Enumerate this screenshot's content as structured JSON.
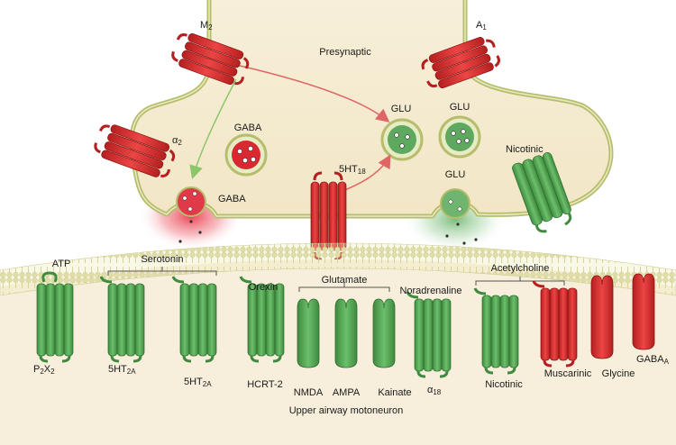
{
  "presynaptic": {
    "title": "Presynaptic",
    "receptor_m2": {
      "base": "M",
      "sub": "2"
    },
    "receptor_a1": {
      "base": "A",
      "sub": "1"
    },
    "receptor_alpha2": {
      "base": "α",
      "sub": "2"
    },
    "receptor_5ht18": {
      "base": "5HT",
      "sub": "18"
    },
    "receptor_nicotinic": "Nicotinic",
    "vesicle_gaba": "GABA",
    "release_gaba": "GABA",
    "vesicle_glu_1": "GLU",
    "vesicle_glu_2": "GLU",
    "release_glu": "GLU"
  },
  "groups": {
    "atp": "ATP",
    "serotonin": "Serotonin",
    "orexin": "Orexin",
    "glutamate": "Glutamate",
    "noradrenaline": "Noradrenaline",
    "acetylcholine": "Acetylcholine"
  },
  "receptors": {
    "p2x2": {
      "p1": "P",
      "s1": "2",
      "p2": "X",
      "s2": "2"
    },
    "ht2a_1": {
      "base": "5HT",
      "sub": "2A"
    },
    "ht2a_2": {
      "base": "5HT",
      "sub": "2A"
    },
    "hcrt2": "HCRT-2",
    "nmda": "NMDA",
    "ampa": "AMPA",
    "kainate": "Kainate",
    "alpha18": {
      "base": "α",
      "sub": "18"
    },
    "nicotinic": "Nicotinic",
    "muscarinic": "Muscarinic",
    "glycine": "Glycine",
    "gabaa": {
      "base": "GABA",
      "sub": "A"
    }
  },
  "postsynaptic_label": "Upper airway motoneuron",
  "colors": {
    "excitatory_green": "#4e9a4e",
    "inhibitory_red": "#d42d2d",
    "membrane_fill": "#f5ecd2",
    "membrane_stroke": "#b9c07a",
    "arrow_red": "#e06666",
    "arrow_green": "#8cc66b"
  }
}
